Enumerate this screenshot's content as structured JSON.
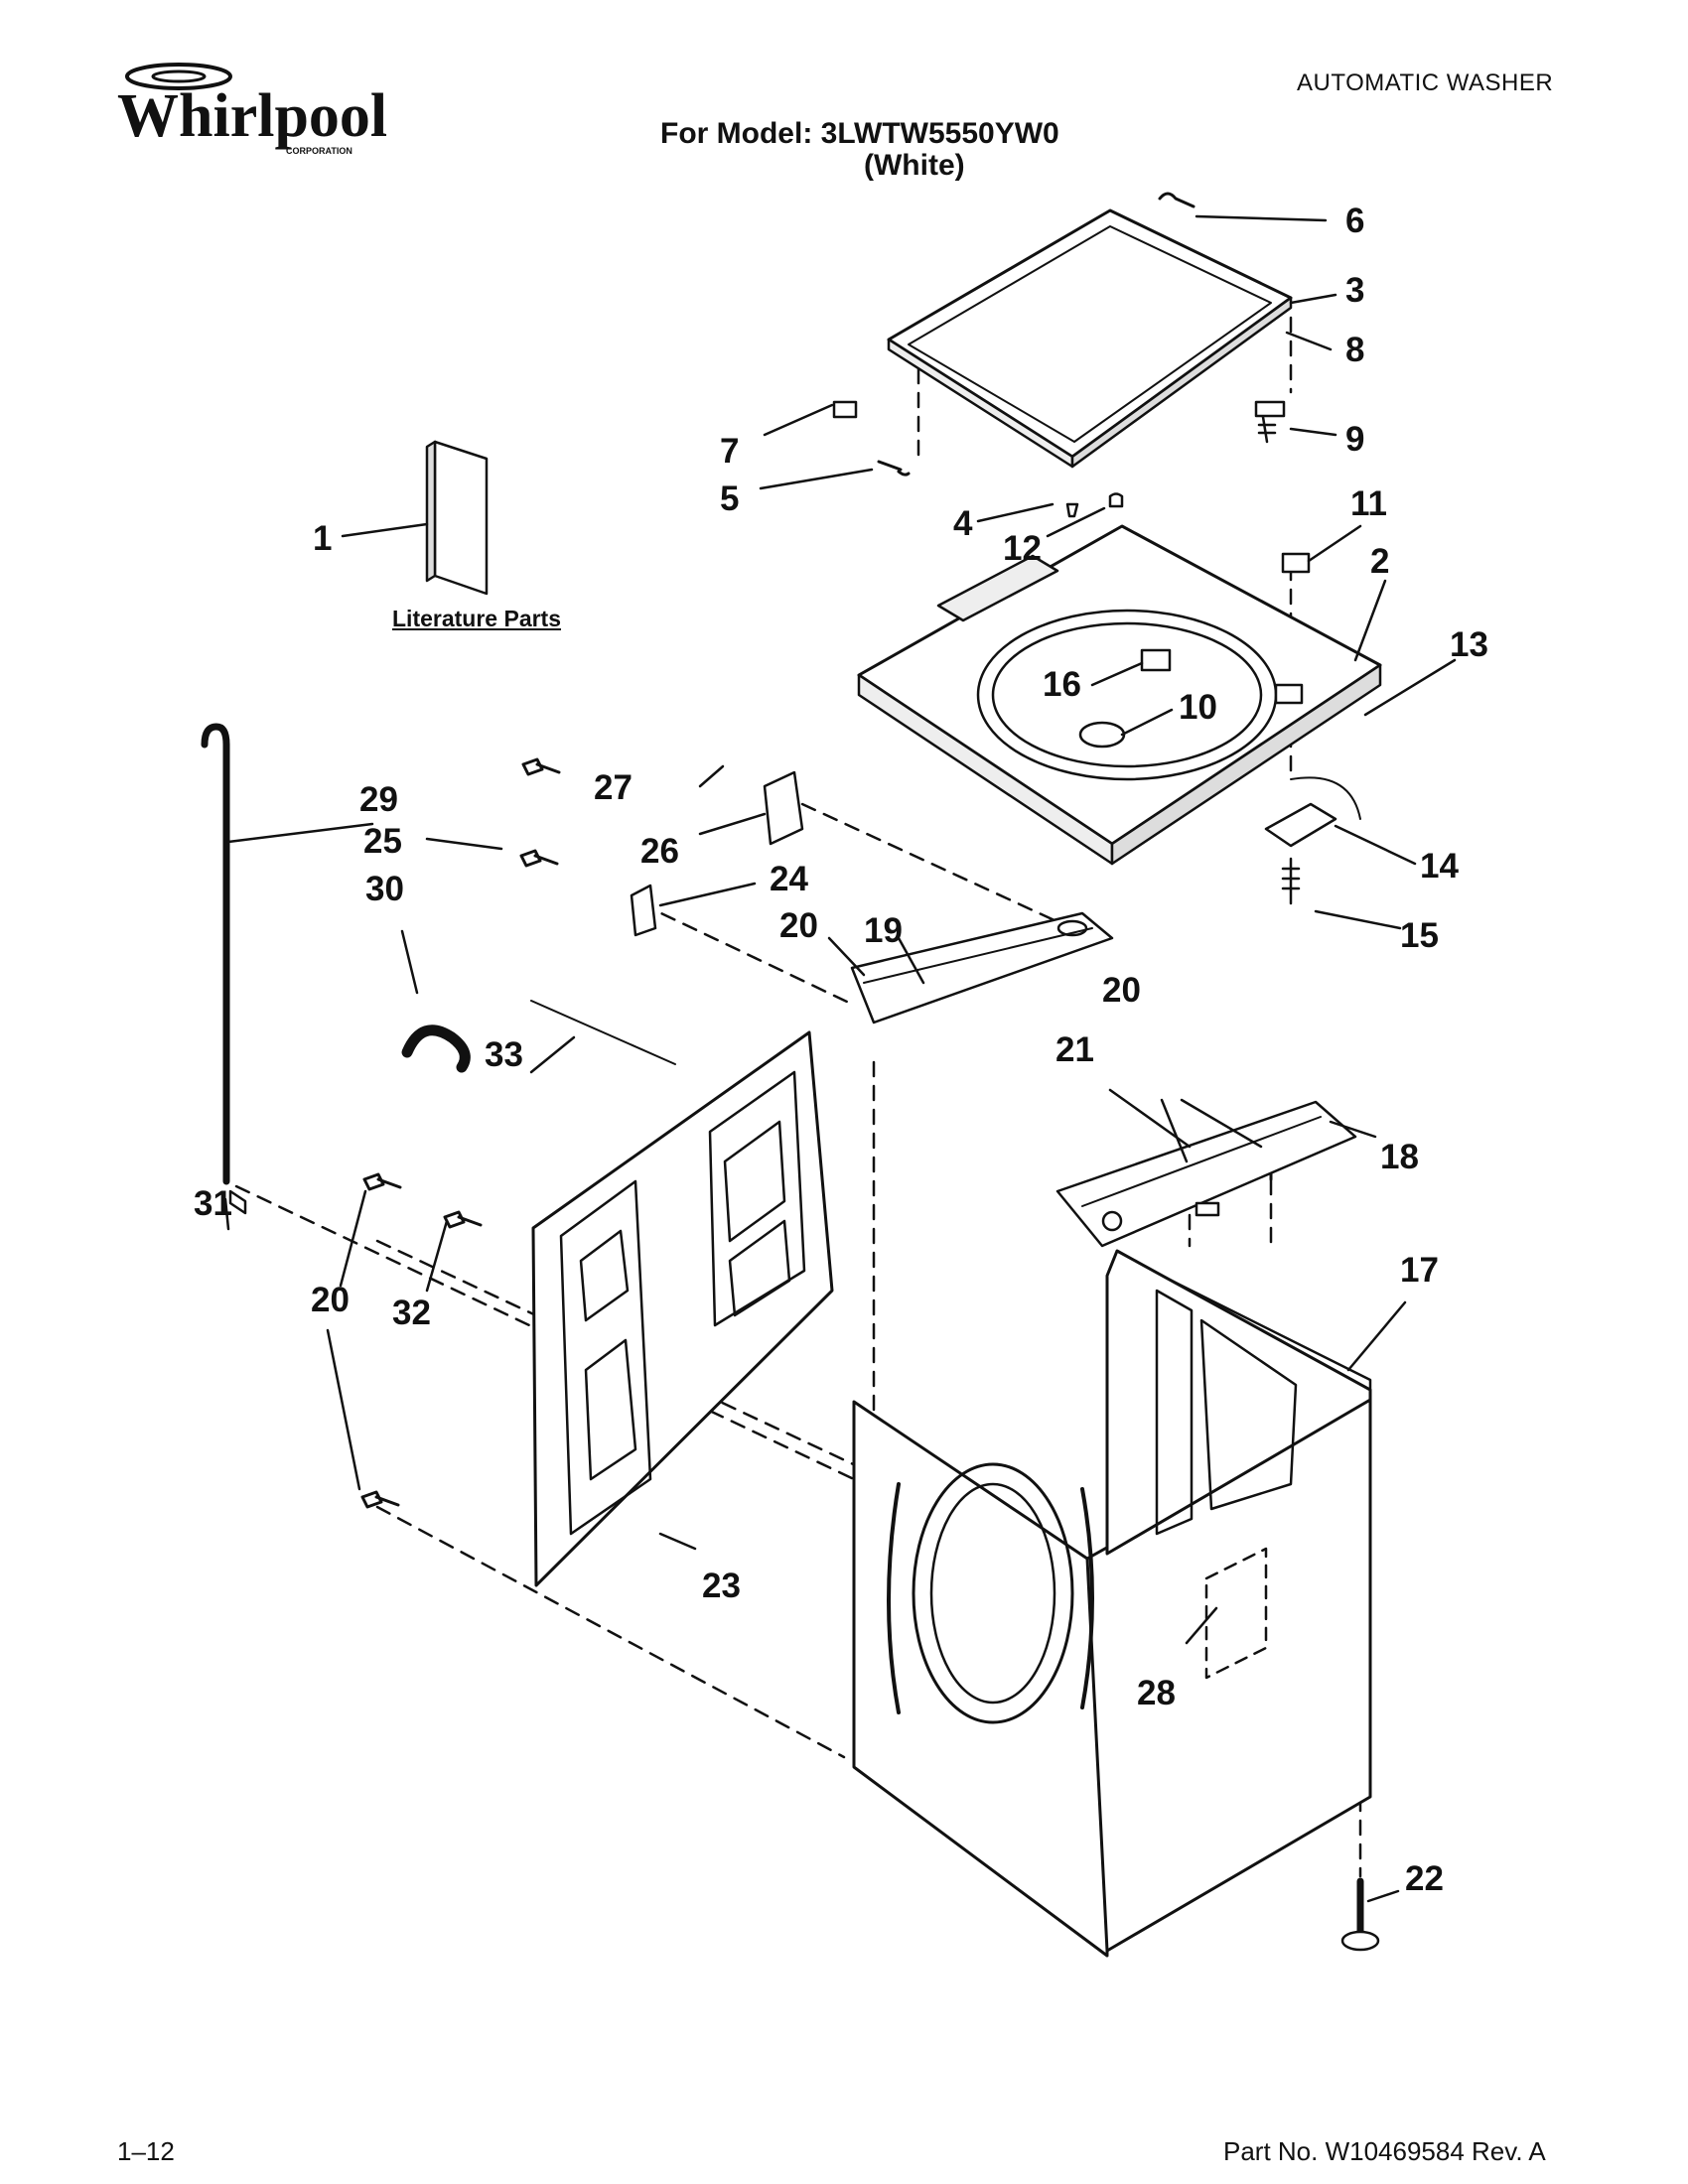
{
  "header": {
    "brand": "Whirlpool",
    "brand_sub": "CORPORATION",
    "doc_type": "AUTOMATIC WASHER",
    "model_line": "For Model: 3LWTW5550YW0",
    "color_line": "(White)"
  },
  "literature_label": "Literature Parts",
  "callouts": [
    {
      "id": "6",
      "text": "6"
    },
    {
      "id": "3",
      "text": "3"
    },
    {
      "id": "8",
      "text": "8"
    },
    {
      "id": "9",
      "text": "9"
    },
    {
      "id": "7",
      "text": "7"
    },
    {
      "id": "5",
      "text": "5"
    },
    {
      "id": "4",
      "text": "4"
    },
    {
      "id": "12",
      "text": "12"
    },
    {
      "id": "11",
      "text": "11"
    },
    {
      "id": "1",
      "text": "1"
    },
    {
      "id": "2",
      "text": "2"
    },
    {
      "id": "13",
      "text": "13"
    },
    {
      "id": "16",
      "text": "16"
    },
    {
      "id": "10",
      "text": "10"
    },
    {
      "id": "29",
      "text": "29"
    },
    {
      "id": "27",
      "text": "27"
    },
    {
      "id": "25",
      "text": "25"
    },
    {
      "id": "26",
      "text": "26"
    },
    {
      "id": "14",
      "text": "14"
    },
    {
      "id": "30",
      "text": "30"
    },
    {
      "id": "24",
      "text": "24"
    },
    {
      "id": "20a",
      "text": "20"
    },
    {
      "id": "19",
      "text": "19"
    },
    {
      "id": "15",
      "text": "15"
    },
    {
      "id": "20b",
      "text": "20"
    },
    {
      "id": "21",
      "text": "21"
    },
    {
      "id": "33",
      "text": "33"
    },
    {
      "id": "18",
      "text": "18"
    },
    {
      "id": "31",
      "text": "31"
    },
    {
      "id": "17",
      "text": "17"
    },
    {
      "id": "20c",
      "text": "20"
    },
    {
      "id": "32",
      "text": "32"
    },
    {
      "id": "23",
      "text": "23"
    },
    {
      "id": "28",
      "text": "28"
    },
    {
      "id": "22",
      "text": "22"
    }
  ],
  "footer": {
    "page": "1–12",
    "part_no": "Part No. W10469584 Rev. A"
  }
}
